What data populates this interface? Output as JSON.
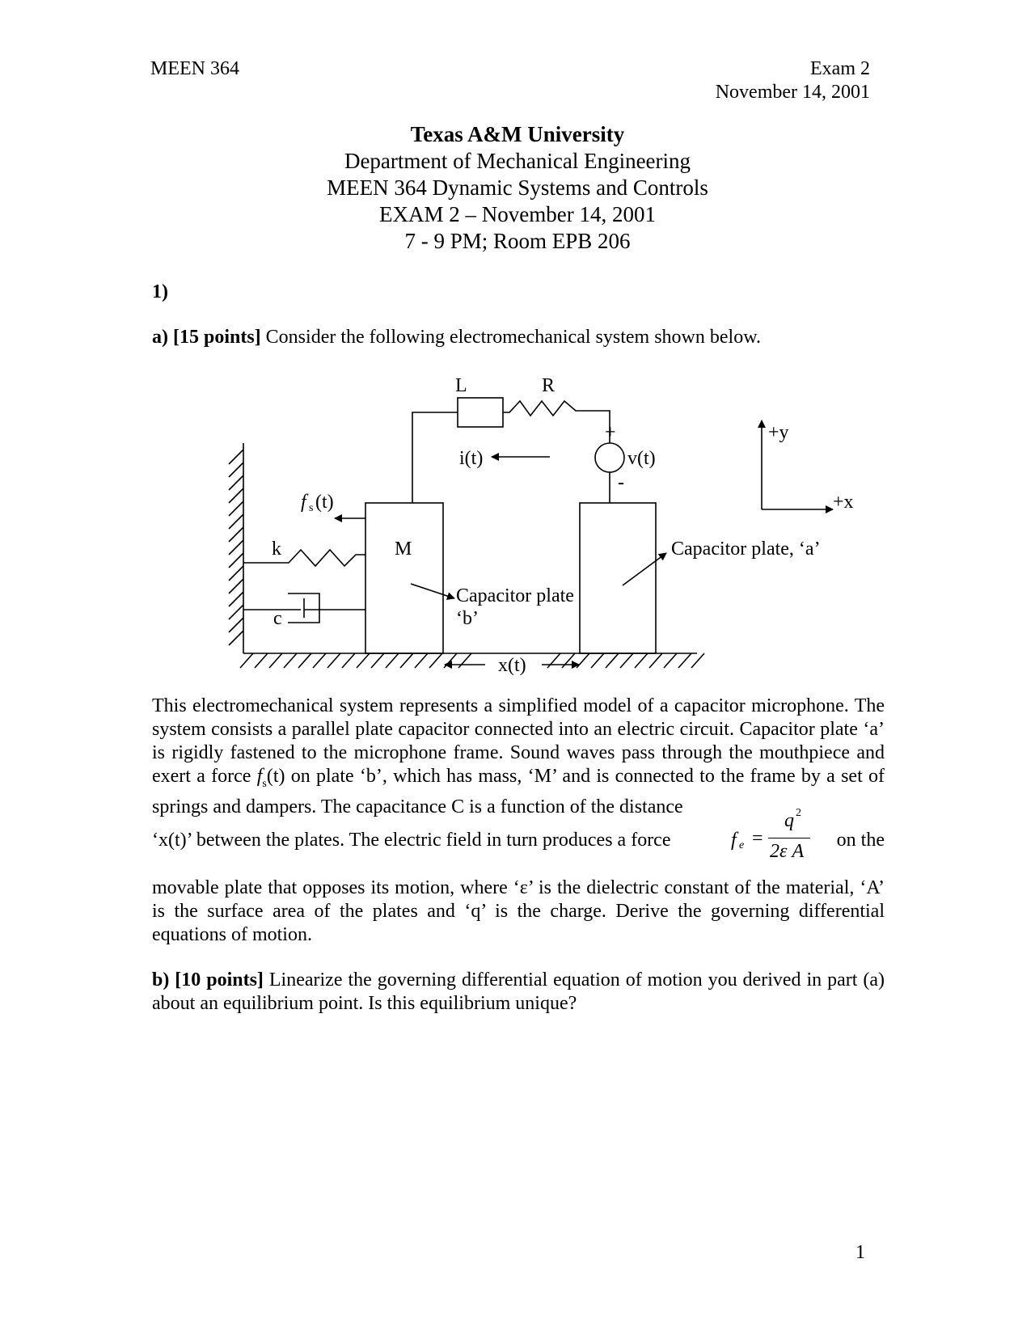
{
  "header": {
    "course": "MEEN 364",
    "exam": "Exam 2",
    "date": "November 14, 2001"
  },
  "title": {
    "university": "Texas A&M University",
    "department": "Department of Mechanical Engineering",
    "course_full": "MEEN 364 Dynamic Systems and Controls",
    "exam_line": "EXAM 2 – November 14, 2001",
    "time_room": "7 - 9 PM; Room EPB 206"
  },
  "question": {
    "number": "1)",
    "part_a_label": "a) [15 points]",
    "part_a_text": " Consider the following electromechanical system shown below.",
    "part_b_label": "b) [10 points]",
    "part_b_text": " Linearize the governing differential equation of motion you derived in part (a) about an equilibrium point.  Is this equilibrium unique?"
  },
  "figure": {
    "label_L": "L",
    "label_R": "R",
    "label_plus": "+",
    "label_minus": "-",
    "label_i": "i(t)",
    "label_v": "v(t)",
    "label_y": "+y",
    "label_x": "+x",
    "label_fs": "f",
    "label_fs_sub": "s",
    "label_fs_tail": "(t)",
    "label_k": "k",
    "label_c": "c",
    "label_M": "M",
    "label_plate_a": "Capacitor plate, ‘a’",
    "label_plate_b1": "Capacitor plate",
    "label_plate_b2": "‘b’",
    "label_xt": "x(t)"
  },
  "body": {
    "p1": "This electromechanical system represents a simplified model of a capacitor microphone. The system consists a parallel plate capacitor connected into an electric circuit. Capacitor plate ‘a’ is rigidly fastened to the microphone frame. Sound waves pass through the mouthpiece and exert a force ",
    "p1_fs": "f",
    "p1_fs_sub": "s",
    "p1_b": "(t) on plate ‘b’, which has mass, ‘M’ and is connected to the frame by a set of springs and dampers. The capacitance C is a function of the distance",
    "p2_left": "‘x(t)’ between the plates. The electric field in turn produces a force",
    "p2_right": "on the",
    "eq_f": "f",
    "eq_sub": "e",
    "eq_eq": "=",
    "eq_num": "q",
    "eq_num_sup": "2",
    "eq_den": "2ε A",
    "p3": "movable plate that opposes its motion, where ‘ε’ is the dielectric constant of the material, ‘A’ is the surface area of the plates and ‘q’ is the charge. Derive the governing differential equations of motion."
  },
  "page_number": "1"
}
